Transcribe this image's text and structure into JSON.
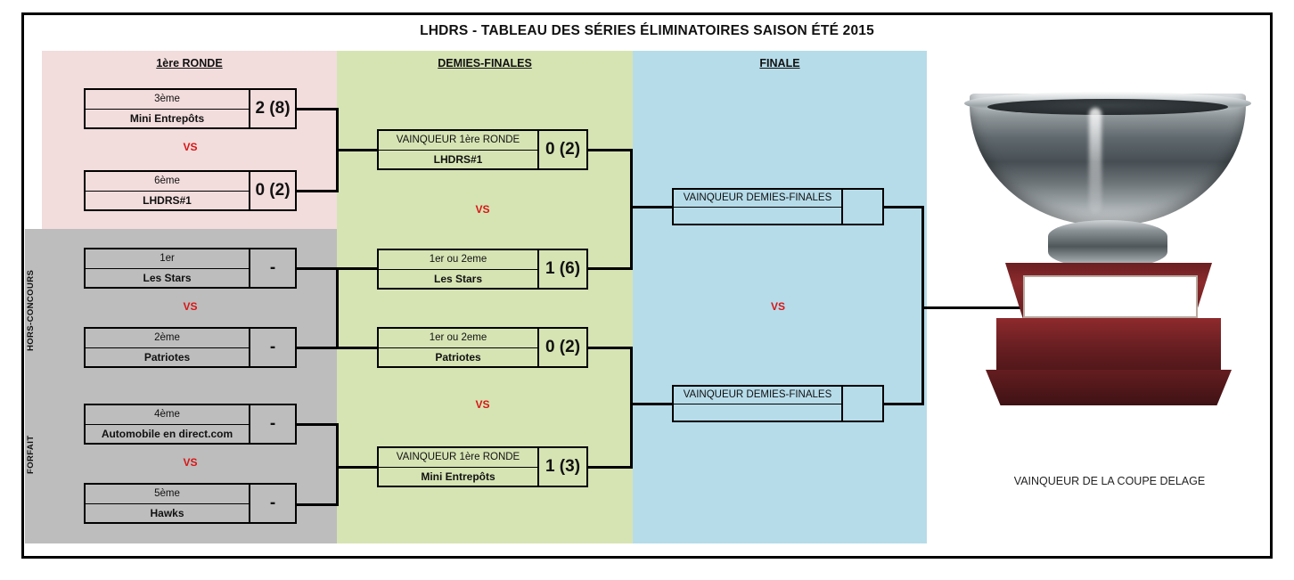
{
  "title": "LHDRS - TABLEAU DES SÉRIES ÉLIMINATOIRES SAISON ÉTÉ 2015",
  "rounds": {
    "round1_label": "1ère RONDE",
    "semis_label": "DEMIES-FINALES",
    "final_label": "FINALE"
  },
  "groups": {
    "hors_concours": "HORS-CONCOURS",
    "forfait": "FORFAIT"
  },
  "vs_label": "VS",
  "round1": [
    {
      "seed": "3ème",
      "team": "Mini Entrepôts",
      "score": "2 (8)"
    },
    {
      "seed": "6ème",
      "team": "LHDRS#1",
      "score": "0 (2)"
    },
    {
      "seed": "1er",
      "team": "Les Stars",
      "score": "-"
    },
    {
      "seed": "2ème",
      "team": "Patriotes",
      "score": "-"
    },
    {
      "seed": "4ème",
      "team": "Automobile en direct.com",
      "score": "-"
    },
    {
      "seed": "5ème",
      "team": "Hawks",
      "score": "-"
    }
  ],
  "semis": [
    {
      "seed": "VAINQUEUR 1ère RONDE",
      "team": "LHDRS#1",
      "score": "0 (2)"
    },
    {
      "seed": "1er ou 2eme",
      "team": "Les Stars",
      "score": "1 (6)"
    },
    {
      "seed": "1er ou 2eme",
      "team": "Patriotes",
      "score": "0 (2)"
    },
    {
      "seed": "VAINQUEUR 1ère RONDE",
      "team": "Mini Entrepôts",
      "score": "1 (3)"
    }
  ],
  "final": [
    {
      "seed": "VAINQUEUR DEMIES-FINALES",
      "team": "",
      "score": ""
    },
    {
      "seed": "VAINQUEUR DEMIES-FINALES",
      "team": "",
      "score": ""
    }
  ],
  "trophy": {
    "caption": "VAINQUEUR DE LA COUPE DELAGE",
    "plate_text": ""
  },
  "colors": {
    "round1_band": "#f2dcdc",
    "group_band": "#bdbdbd",
    "semis_band": "#d6e4b4",
    "final_band": "#b6dcea",
    "vs_red": "#d81616"
  }
}
